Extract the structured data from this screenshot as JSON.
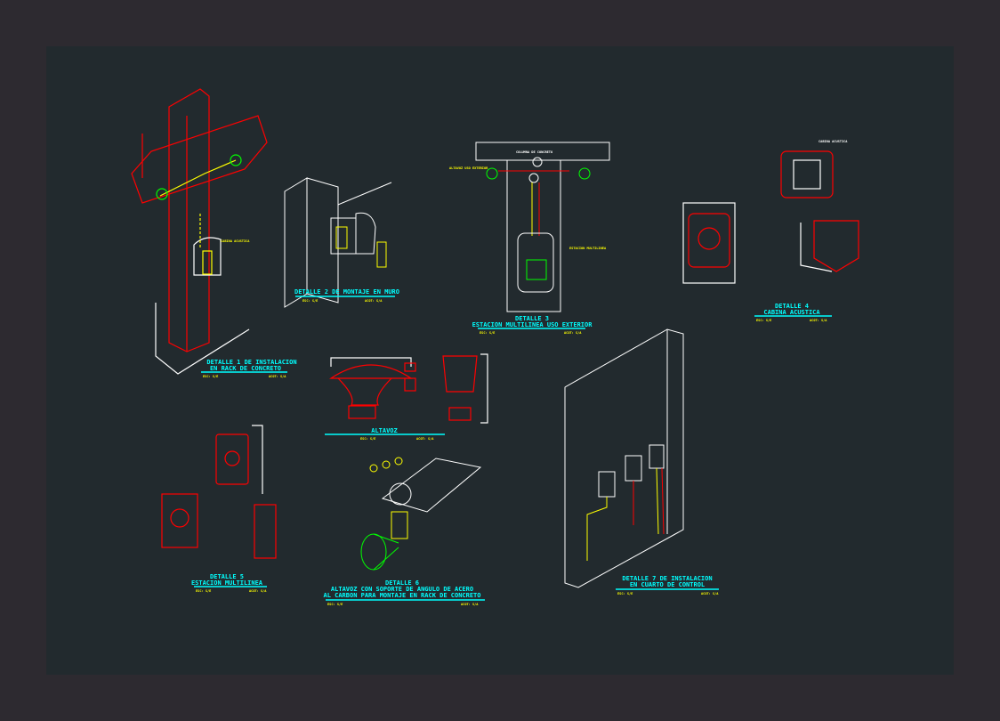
{
  "details": [
    {
      "title_1": "DETALLE 1 DE INSTALACION",
      "title_2": "EN RACK DE CONCRETO",
      "scale": "ESC: S/E",
      "units": "ACOT: S/A"
    },
    {
      "title_1": "DETALLE 2 DE MONTAJE EN MURO",
      "scale": "ESC: S/E",
      "units": "ACOT: S/A"
    },
    {
      "title_1": "DETALLE 3",
      "title_2": "ESTACION MULTILINEA USO EXTERIOR",
      "scale": "ESC: S/E",
      "units": "ACOT: S/A"
    },
    {
      "title_1": "DETALLE 4",
      "title_2": "CABINA ACUSTICA",
      "scale": "ESC: S/E",
      "units": "ACOT: S/A"
    },
    {
      "title_1": "DETALLE 5",
      "title_2": "ESTACION MULTILINEA",
      "scale": "ESC: S/E",
      "units": "ACOT: S/A"
    },
    {
      "title_1": "DETALLE 6",
      "title_2": "ALTAVOZ CON SOPORTE DE ANGULO DE ACERO",
      "title_3": "AL CARBON PARA MONTAJE EN RACK DE CONCRETO",
      "scale": "ESC: S/E",
      "units": "ACOT: S/A"
    },
    {
      "title_1": "DETALLE 7 DE INSTALACION",
      "title_2": "EN CUARTO DE CONTROL",
      "scale": "ESC: S/E",
      "units": "ACOT: S/A"
    }
  ],
  "altavoz": {
    "title": "ALTAVOZ",
    "scale": "ESC: S/E",
    "units": "ACOT: S/A"
  },
  "notes": {
    "columna": "COLUMNA DE CONCRETO",
    "cabina": "CABINA ACUSTICA",
    "altavoz_exterior": "ALTAVOZ USO EXTERIOR",
    "estacion": "ESTACION MULTILINEA"
  }
}
